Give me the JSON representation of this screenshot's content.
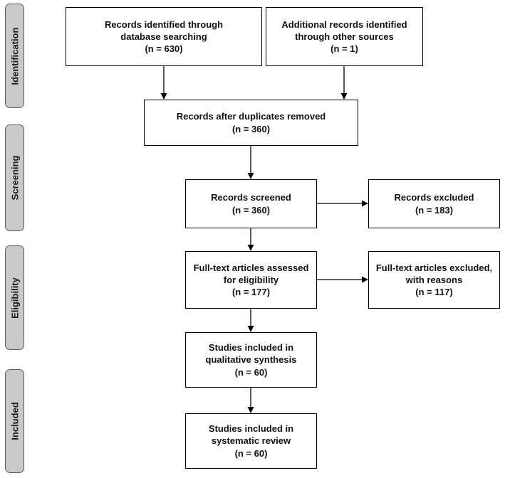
{
  "phases": {
    "identification": "Identification",
    "screening": "Screening",
    "eligibility": "Eligibility",
    "included": "Included"
  },
  "boxes": {
    "db_search": {
      "lines": [
        "Records identified through",
        "database searching",
        "(n = 630)"
      ]
    },
    "other_sources": {
      "lines": [
        "Additional records identified",
        "through other sources",
        "(n = 1)"
      ]
    },
    "after_duplicates": {
      "lines": [
        "Records after duplicates removed",
        "(n = 360)"
      ]
    },
    "screened": {
      "lines": [
        "Records screened",
        "(n = 360)"
      ]
    },
    "excluded": {
      "lines": [
        "Records excluded",
        "(n = 183)"
      ]
    },
    "fulltext_assessed": {
      "lines": [
        "Full-text articles assessed",
        "for eligibility",
        "(n = 177)"
      ]
    },
    "fulltext_excluded": {
      "lines": [
        "Full-text articles excluded,",
        "with reasons",
        "(n = 117)"
      ]
    },
    "qualitative": {
      "lines": [
        "Studies included in",
        "qualitative synthesis",
        "(n = 60)"
      ]
    },
    "systematic": {
      "lines": [
        "Studies included in",
        "systematic review",
        "(n = 60)"
      ]
    }
  }
}
